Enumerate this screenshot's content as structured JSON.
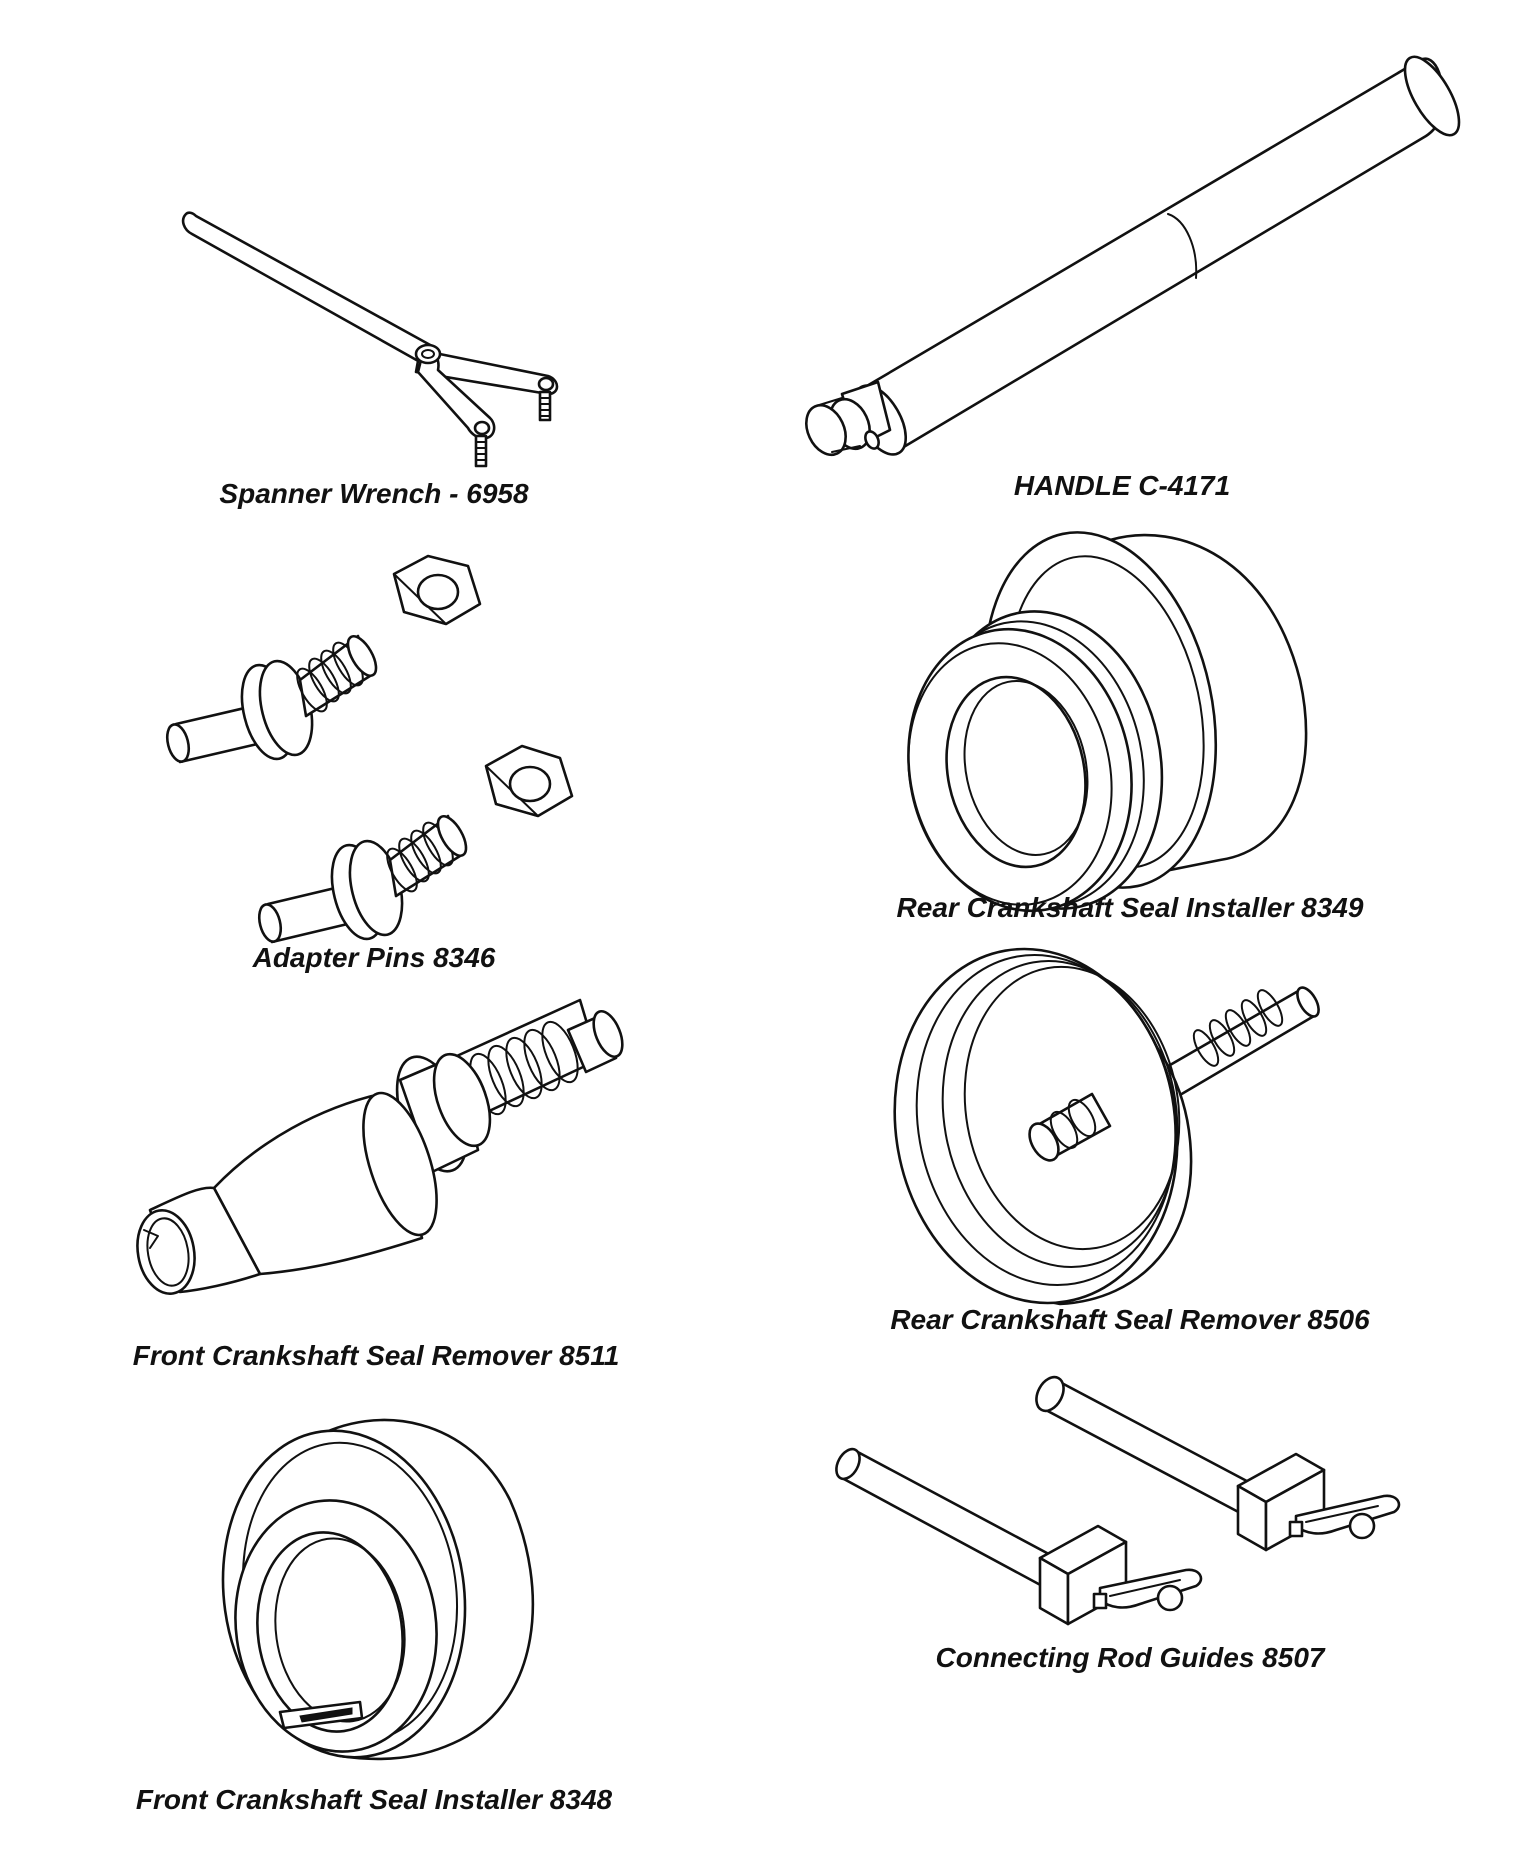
{
  "tools": [
    {
      "id": "spanner",
      "caption": "Spanner Wrench - 6958",
      "icon": "spanner-wrench-icon"
    },
    {
      "id": "handle",
      "caption": "HANDLE C-4171",
      "icon": "handle-icon"
    },
    {
      "id": "adapter",
      "caption": "Adapter Pins 8346",
      "icon": "adapter-pins-icon"
    },
    {
      "id": "rear-installer",
      "caption": "Rear Crankshaft Seal Installer 8349",
      "icon": "seal-installer-icon"
    },
    {
      "id": "front-remover",
      "caption": "Front Crankshaft Seal Remover 8511",
      "icon": "seal-remover-icon"
    },
    {
      "id": "rear-remover",
      "caption": "Rear Crankshaft Seal Remover 8506",
      "icon": "seal-remover-icon"
    },
    {
      "id": "front-installer",
      "caption": "Front Crankshaft Seal Installer 8348",
      "icon": "seal-installer-icon"
    },
    {
      "id": "rod-guides",
      "caption": "Connecting Rod Guides 8507",
      "icon": "rod-guides-icon"
    }
  ]
}
